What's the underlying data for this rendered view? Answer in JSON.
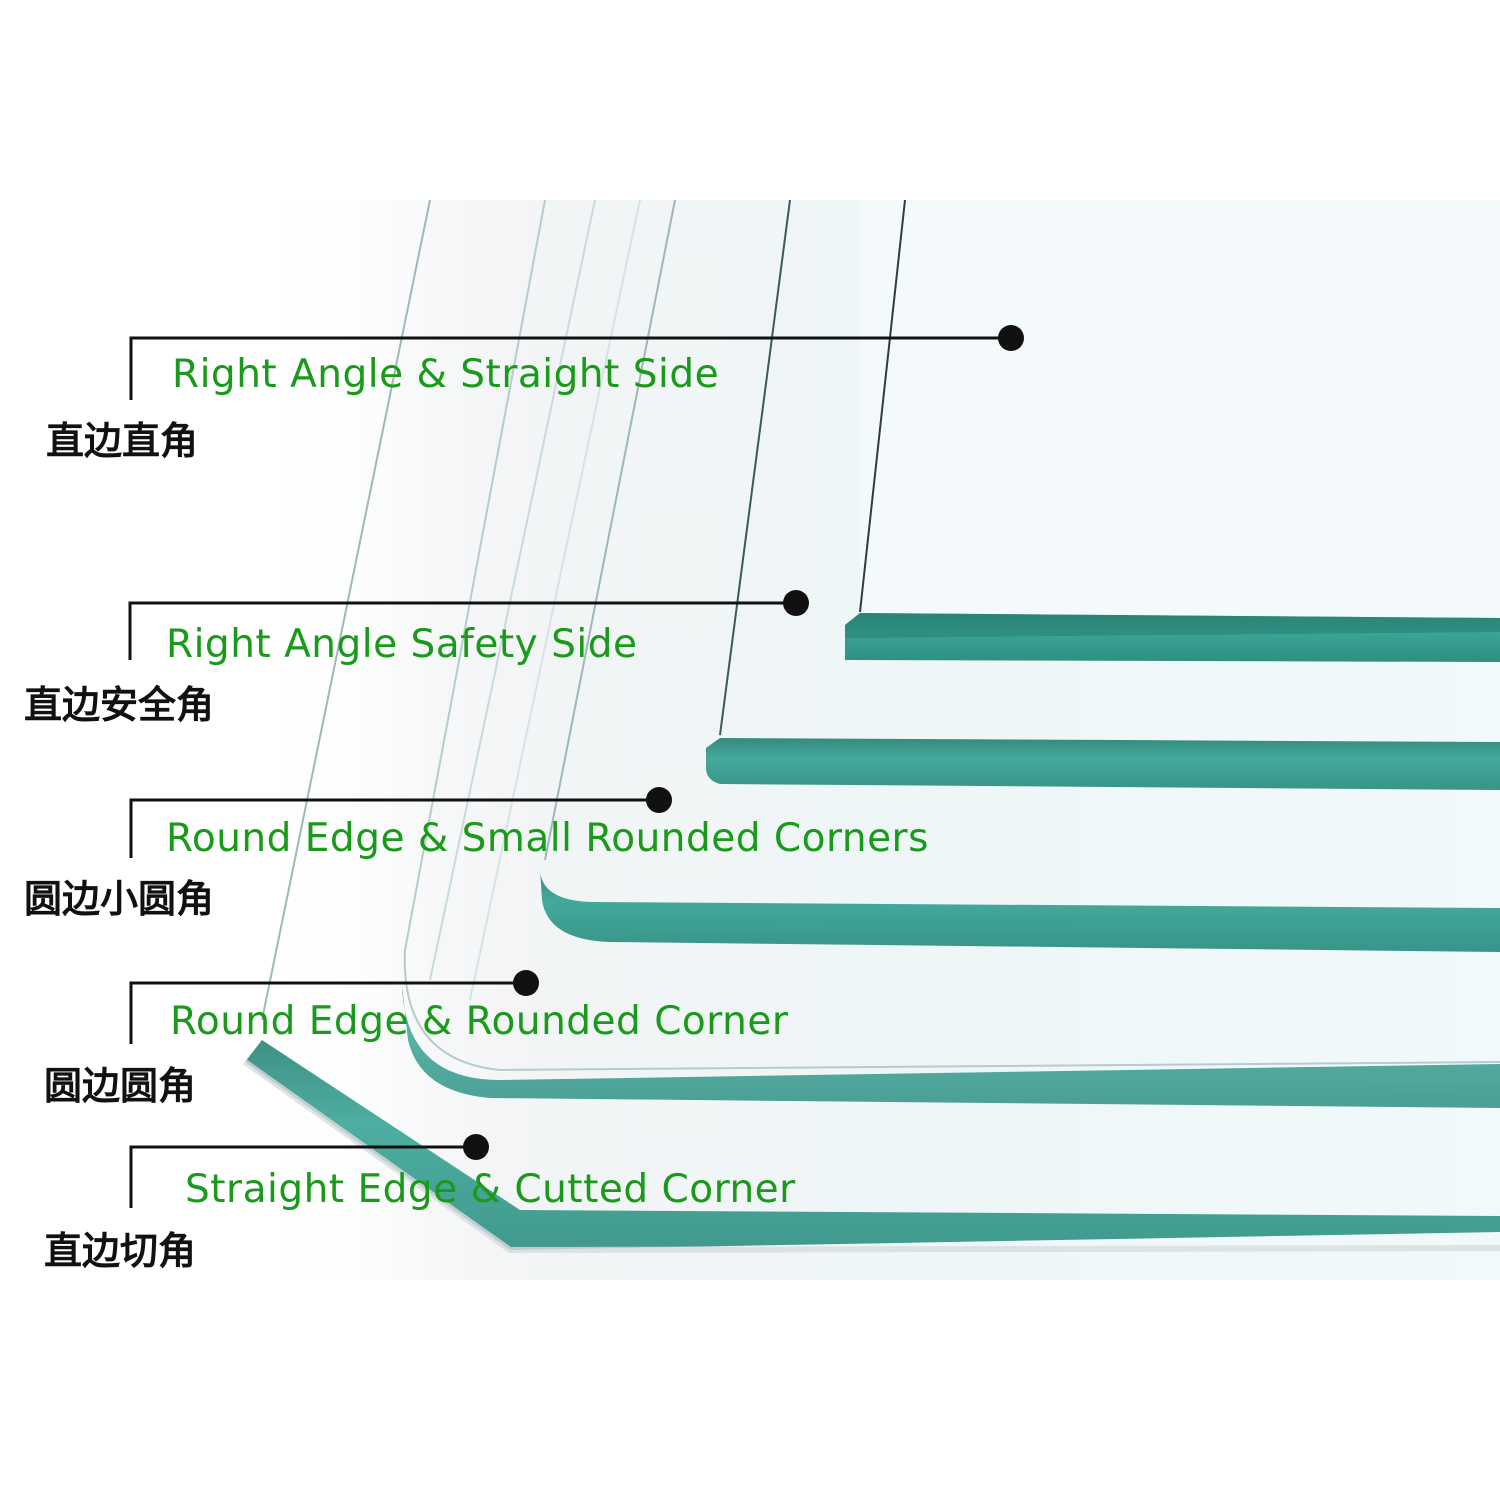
{
  "figure": {
    "title": "Glass edge and corner processing types",
    "colors": {
      "label_en": "#1a9a1a",
      "label_zh": "#111111",
      "leader_line": "#111111",
      "glass_edge": "#3a9e90",
      "glass_edge_dark": "#1f7a6c",
      "glass_face": "#eef7f8"
    }
  },
  "callouts": [
    {
      "id": "right-angle-straight-side",
      "label_en": "Right Angle & Straight Side",
      "label_zh": "直边直角"
    },
    {
      "id": "right-angle-safety-side",
      "label_en": "Right Angle Safety Side",
      "label_zh": "直边安全角"
    },
    {
      "id": "round-edge-small-rounded-corners",
      "label_en": "Round Edge & Small Rounded Corners",
      "label_zh": "圆边小圆角"
    },
    {
      "id": "round-edge-rounded-corner",
      "label_en": "Round Edge & Rounded Corner",
      "label_zh": "圆边圆角"
    },
    {
      "id": "straight-edge-cutted-corner",
      "label_en": "Straight Edge & Cutted Corner",
      "label_zh": "直边切角"
    }
  ]
}
